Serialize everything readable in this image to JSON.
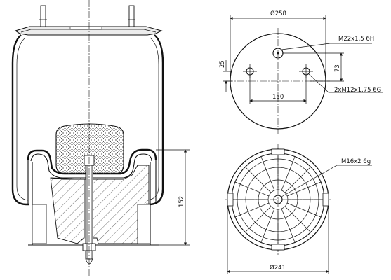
{
  "dimensions": {
    "top_diameter": "Ø258",
    "bottom_diameter": "Ø241",
    "height": "152",
    "bolt_spacing": "150",
    "offset_vertical": "73",
    "offset_left": "25"
  },
  "threads": {
    "air_inlet": "M22x1.5 6H",
    "stud_bolts": "2xM12x1.75 6G",
    "bottom_bolt": "M16x2 6g"
  }
}
